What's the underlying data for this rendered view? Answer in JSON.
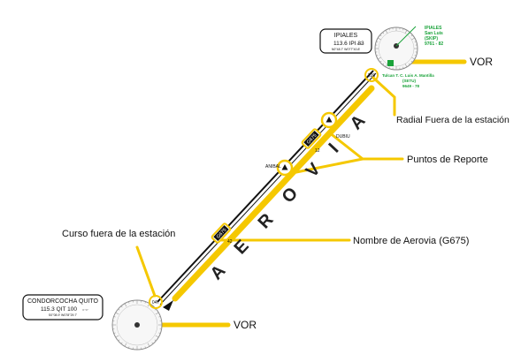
{
  "stations": {
    "north": {
      "name": "IPIALES",
      "freq_line": "113.6 IPI 83",
      "coord_line": "N0°48.7' W077°40.8'",
      "code_box": "=·=·",
      "airport_name": "IPIALES",
      "airport_sub": "San Luis",
      "airport_icao": "(SKIP)",
      "airport_elev": "9761 - 82",
      "radial_label": "226",
      "tulcan_name": "Tulcan T. C. Luis A. Mantilla",
      "tulcan_icao": "(SETU)",
      "tulcan_elev": "9649 - 78"
    },
    "south": {
      "name": "CONDORCOCHA QUITO",
      "freq_line": "115.3 QIT 100",
      "coord_line": "S0°08.9' W078°29.7'",
      "code_box": "=·=·",
      "course_label": "047"
    }
  },
  "route": {
    "airway_code": "G675",
    "segment_upper_distance": "12",
    "segment_lower_distance": "42",
    "fix_upper": "DUBIU",
    "fix_lower": "ANIBAL",
    "airway_letters": [
      "A",
      "E",
      "R",
      "O",
      "V",
      "I",
      "A"
    ]
  },
  "labels": {
    "vor_top": "VOR",
    "vor_bottom": "VOR",
    "radial_out": "Radial Fuera de la estación",
    "report_points": "Puntos de Reporte",
    "course_out": "Curso fuera de la estación",
    "airway_name": "Nombre de Aerovia (G675)"
  },
  "colors": {
    "highlight": "#f5c800",
    "airport": "#1aa33a",
    "route_line": "#111111"
  }
}
